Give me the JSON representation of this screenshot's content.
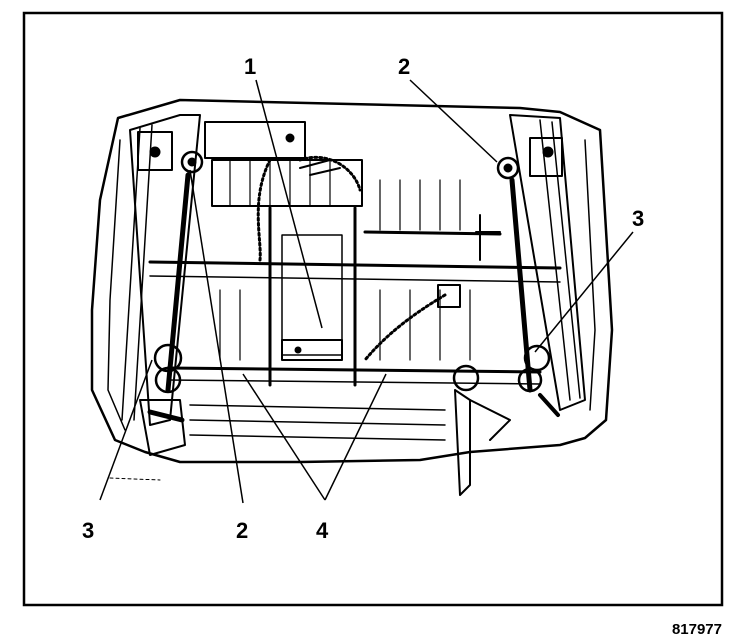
{
  "callouts": {
    "c1": "1",
    "c2_top": "2",
    "c2_bottom": "2",
    "c3_right": "3",
    "c3_left": "3",
    "c4": "4"
  },
  "figure_id": "817977",
  "colors": {
    "ink": "#000000",
    "paper": "#ffffff"
  }
}
